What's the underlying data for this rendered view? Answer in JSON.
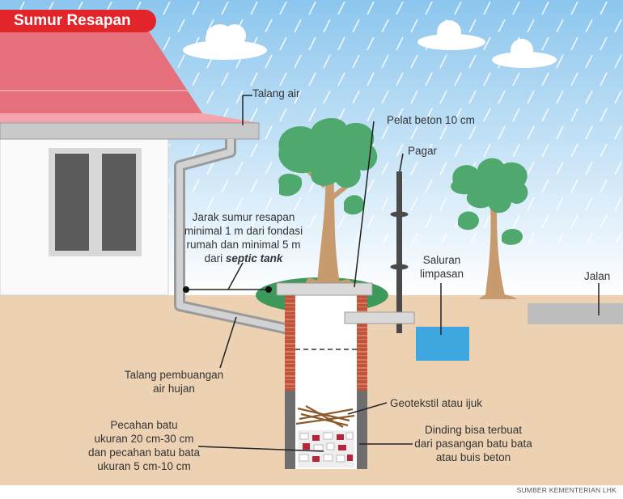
{
  "title": "Sumur Resapan",
  "source": "SUMBER KEMENTERIAN LHK",
  "labels": {
    "talang_air": "Talang air",
    "pelat_beton": "Pelat beton  10 cm",
    "pagar": "Pagar",
    "jarak_line1": "Jarak sumur resapan",
    "jarak_line2": "minimal 1 m dari fondasi",
    "jarak_line3": "rumah dan minimal 5 m",
    "jarak_line4_prefix": "dari",
    "jarak_line4_em": "septic tank",
    "saluran_line1": "Saluran",
    "saluran_line2": "limpasan",
    "jalan": "Jalan",
    "talang_pembuangan_line1": "Talang pembuangan",
    "talang_pembuangan_line2": "air hujan",
    "geotekstil": "Geotekstil atau ijuk",
    "pecahan_line1": "Pecahan batu",
    "pecahan_line2": "ukuran 20 cm-30 cm",
    "pecahan_line3": "dan pecahan batu bata",
    "pecahan_line4": "ukuran 5 cm-10 cm",
    "dinding_line1": "Dinding bisa terbuat",
    "dinding_line2": "dari pasangan batu bata",
    "dinding_line3": "atau buis beton"
  },
  "colors": {
    "sky": "#a9d4f2",
    "roof": "#e5707c",
    "ground": "#ecd2b2",
    "brick": "#c0533a",
    "tree_green": "#4fa86d",
    "trunk": "#c79b6e",
    "water": "#3ea7e0",
    "title_red": "#e2252b"
  }
}
